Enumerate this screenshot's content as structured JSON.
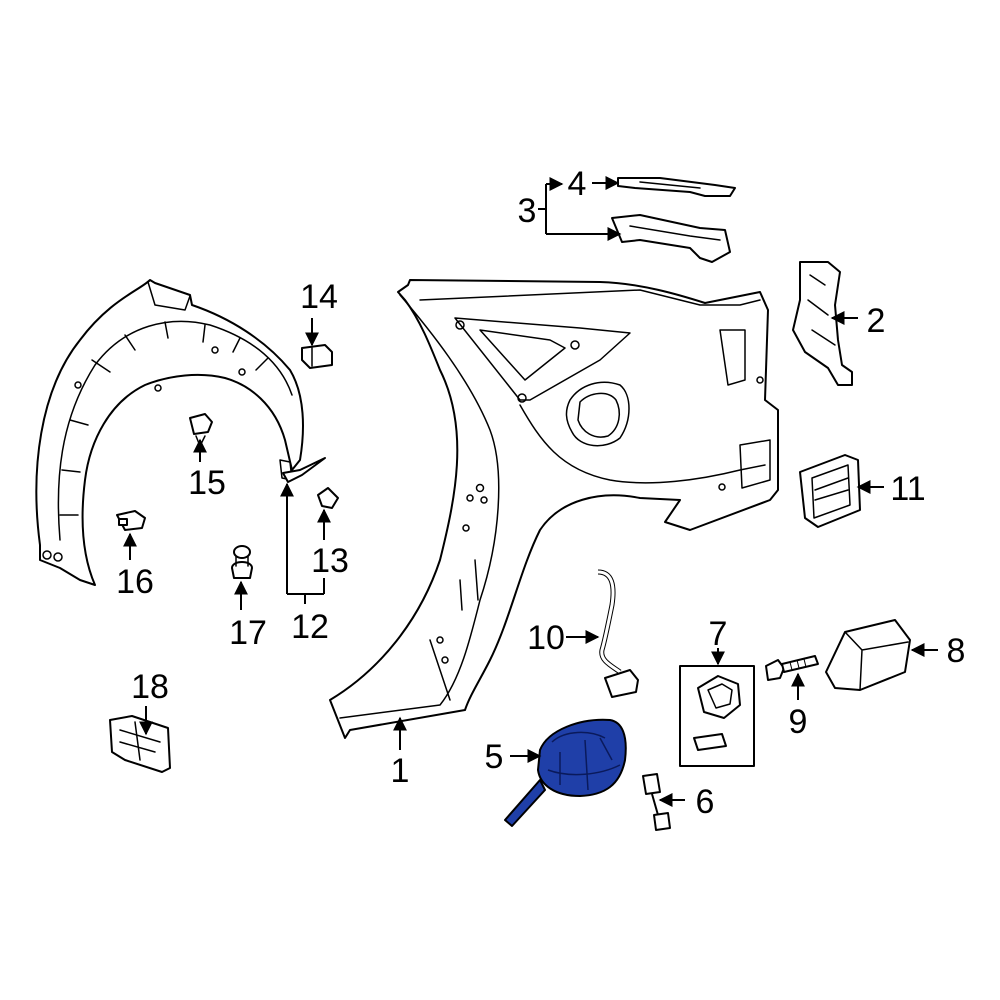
{
  "callouts": [
    "1",
    "2",
    "3",
    "4",
    "5",
    "6",
    "7",
    "8",
    "9",
    "10",
    "11",
    "12",
    "13",
    "14",
    "15",
    "16",
    "17",
    "18"
  ],
  "highlight_part": "5",
  "colors": {
    "line": "#000000",
    "background": "#ffffff",
    "highlight": "#1f3fa8"
  }
}
